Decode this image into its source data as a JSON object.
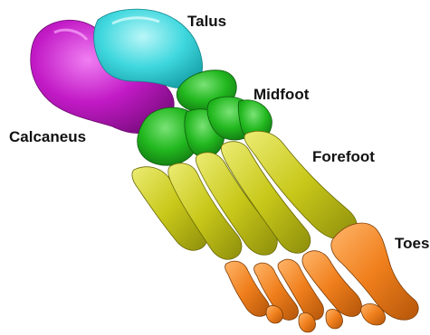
{
  "labels": {
    "talus": "Talus",
    "midfoot": "Midfoot",
    "calcaneus": "Calcaneus",
    "forefoot": "Forefoot",
    "toes": "Toes"
  },
  "colors": {
    "talus": "#33d6dc",
    "calcaneus": "#c019c4",
    "midfoot": "#22b81f",
    "forefoot": "#c8c81a",
    "toes": "#f07f1c"
  }
}
